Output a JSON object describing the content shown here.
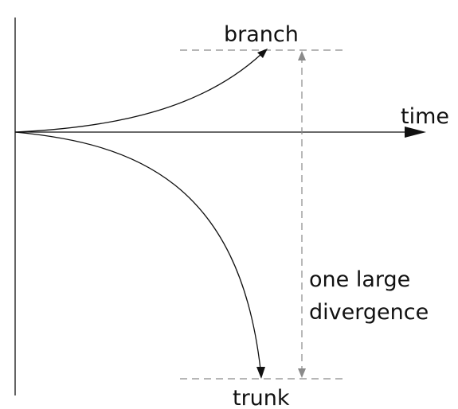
{
  "labels": {
    "branch": "branch",
    "time": "time",
    "trunk": "trunk",
    "divergence_line1": "one large",
    "divergence_line2": "divergence"
  },
  "colors": {
    "ink": "#111111",
    "guide": "#8a8a8a",
    "background": "#ffffff"
  }
}
